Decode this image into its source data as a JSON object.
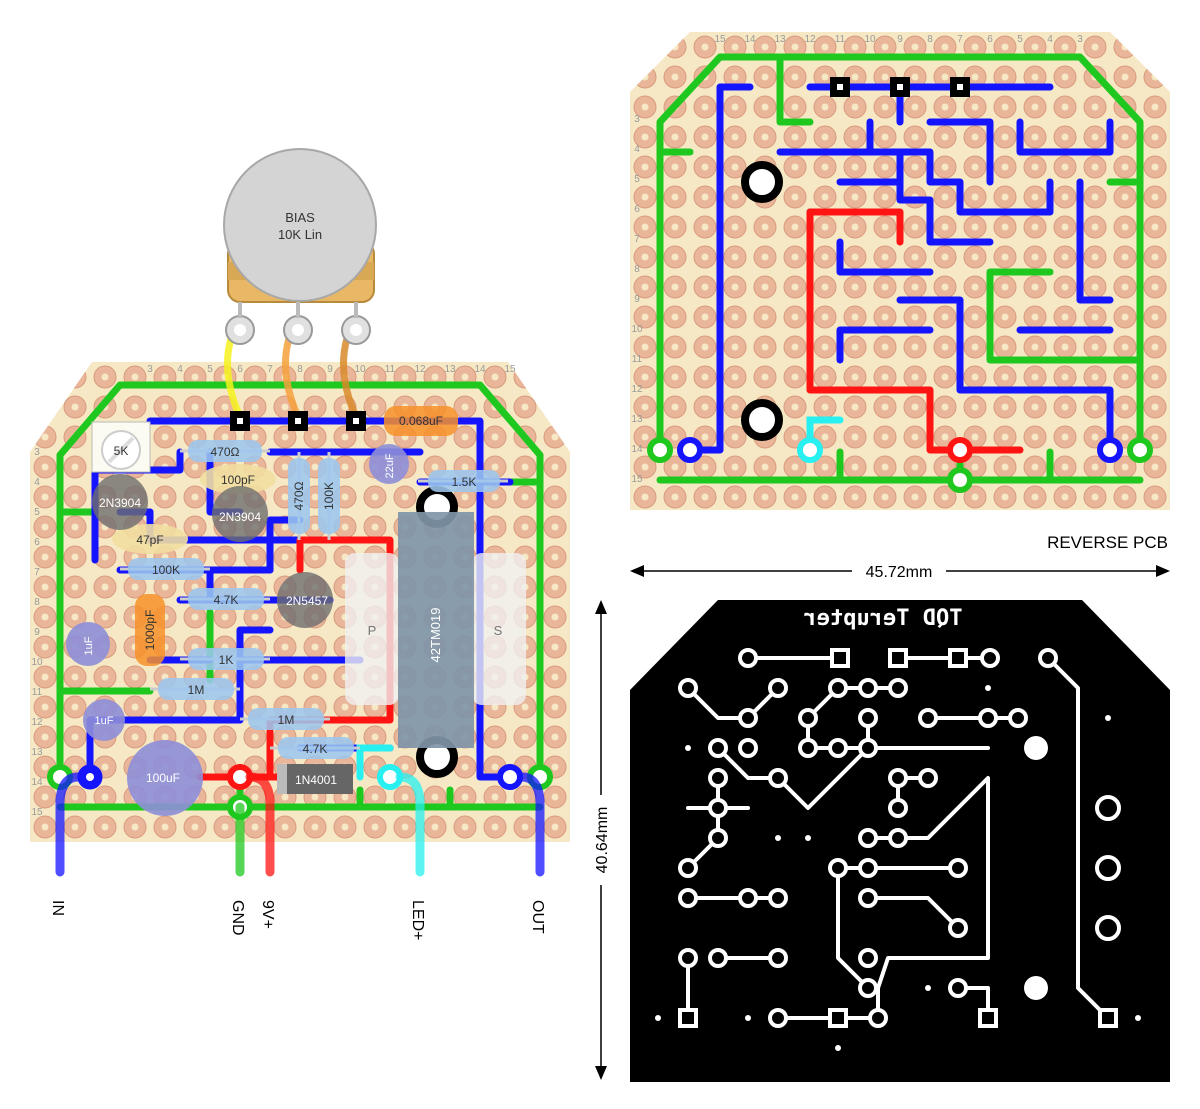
{
  "pot": {
    "name": "BIAS",
    "value": "10K Lin"
  },
  "col_numbers": [
    "3",
    "4",
    "5",
    "6",
    "7",
    "8",
    "9",
    "10",
    "11",
    "12",
    "13",
    "14",
    "15"
  ],
  "col_numbers_rev": [
    "15",
    "14",
    "13",
    "12",
    "11",
    "10",
    "9",
    "8",
    "7",
    "6",
    "5",
    "4",
    "3"
  ],
  "row_numbers": [
    "3",
    "4",
    "5",
    "6",
    "7",
    "8",
    "9",
    "10",
    "11",
    "12",
    "13",
    "14",
    "15"
  ],
  "components": {
    "trim": "5K",
    "r470a": "470Ω",
    "c100p": "100pF",
    "q1": "2N3904",
    "q2": "2N3904",
    "r470b": "470Ω",
    "r100ka": "100K",
    "c22u": "22uF",
    "c068": "0.068uF",
    "r15k": "1.5K",
    "c47p": "47pF",
    "r100kb": "100K",
    "r47ka": "4.7K",
    "q3": "2N5457",
    "c1000p": "1000pF",
    "c1ua": "1uF",
    "r1k": "1K",
    "r1ma": "1M",
    "c1ub": "1uF",
    "r1mb": "1M",
    "r47kb": "4.7K",
    "c100u": "100uF",
    "d1": "1N4001",
    "xfmr": "42TM019",
    "xfmr_p": "P",
    "xfmr_s": "S"
  },
  "wires": {
    "in": "IN",
    "gnd": "GND",
    "v9": "9V+",
    "led": "LED+",
    "out": "OUT"
  },
  "reverse_label": "REVERSE PCB",
  "dim_width": "45.72mm",
  "dim_height": "40.64mm",
  "pcb_title": "TQD Terupter",
  "colors": {
    "board": "#f6e8c4",
    "pad": "#e9b69a",
    "green": "#1ec81e",
    "blue": "#1414ff",
    "red": "#ff1414",
    "cyan": "#28f0f0",
    "copper_bg": "#000000"
  }
}
